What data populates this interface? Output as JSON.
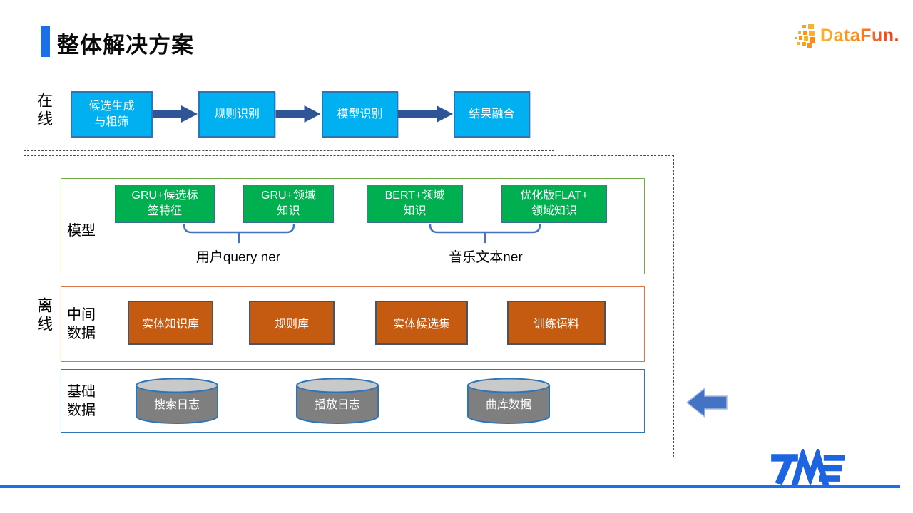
{
  "header": {
    "title": "整体解决方案",
    "datafun_logo_text": "DataFun."
  },
  "online": {
    "label": "在线",
    "steps": [
      {
        "lines": [
          "候选生成",
          "与粗筛"
        ]
      },
      {
        "lines": [
          "规则识别"
        ]
      },
      {
        "lines": [
          "模型识别"
        ]
      },
      {
        "lines": [
          "结果融合"
        ]
      }
    ]
  },
  "offline": {
    "label": "离线",
    "model": {
      "label": "模型",
      "boxes": [
        {
          "lines": [
            "GRU+候选标",
            "签特征"
          ]
        },
        {
          "lines": [
            "GRU+领域",
            "知识"
          ]
        },
        {
          "lines": [
            "BERT+领域",
            "知识"
          ]
        },
        {
          "lines": [
            "优化版FLAT+",
            "领域知识"
          ]
        }
      ],
      "groups": [
        "用户query ner",
        "音乐文本ner"
      ]
    },
    "intermediate": {
      "label": "中间数据",
      "boxes": [
        "实体知识库",
        "规则库",
        "实体候选集",
        "训练语料"
      ]
    },
    "base": {
      "label": "基础数据",
      "cylinders": [
        "搜索日志",
        "播放日志",
        "曲库数据"
      ]
    }
  },
  "footer": {
    "tme_logo": "TME"
  },
  "colors": {
    "accent_blue": "#1D6FE8",
    "process_box_blue": "#00B0F0",
    "process_border_blue": "#2E75B6",
    "flow_arrow_blue": "#2F5597",
    "model_box_green": "#00B050",
    "model_border_green": "#70AD47",
    "data_box_orange": "#C55A11",
    "mid_border_orange": "#D9764A",
    "base_border_blue": "#2E75B6",
    "cylinder_gray": "#7F7F7F",
    "cylinder_top_gray": "#C9C9C9",
    "back_arrow_blue": "#4472C4",
    "brace_blue": "#4472C4",
    "datafun_orange": "#F7941E",
    "tme_blue": "#1E63E0"
  }
}
